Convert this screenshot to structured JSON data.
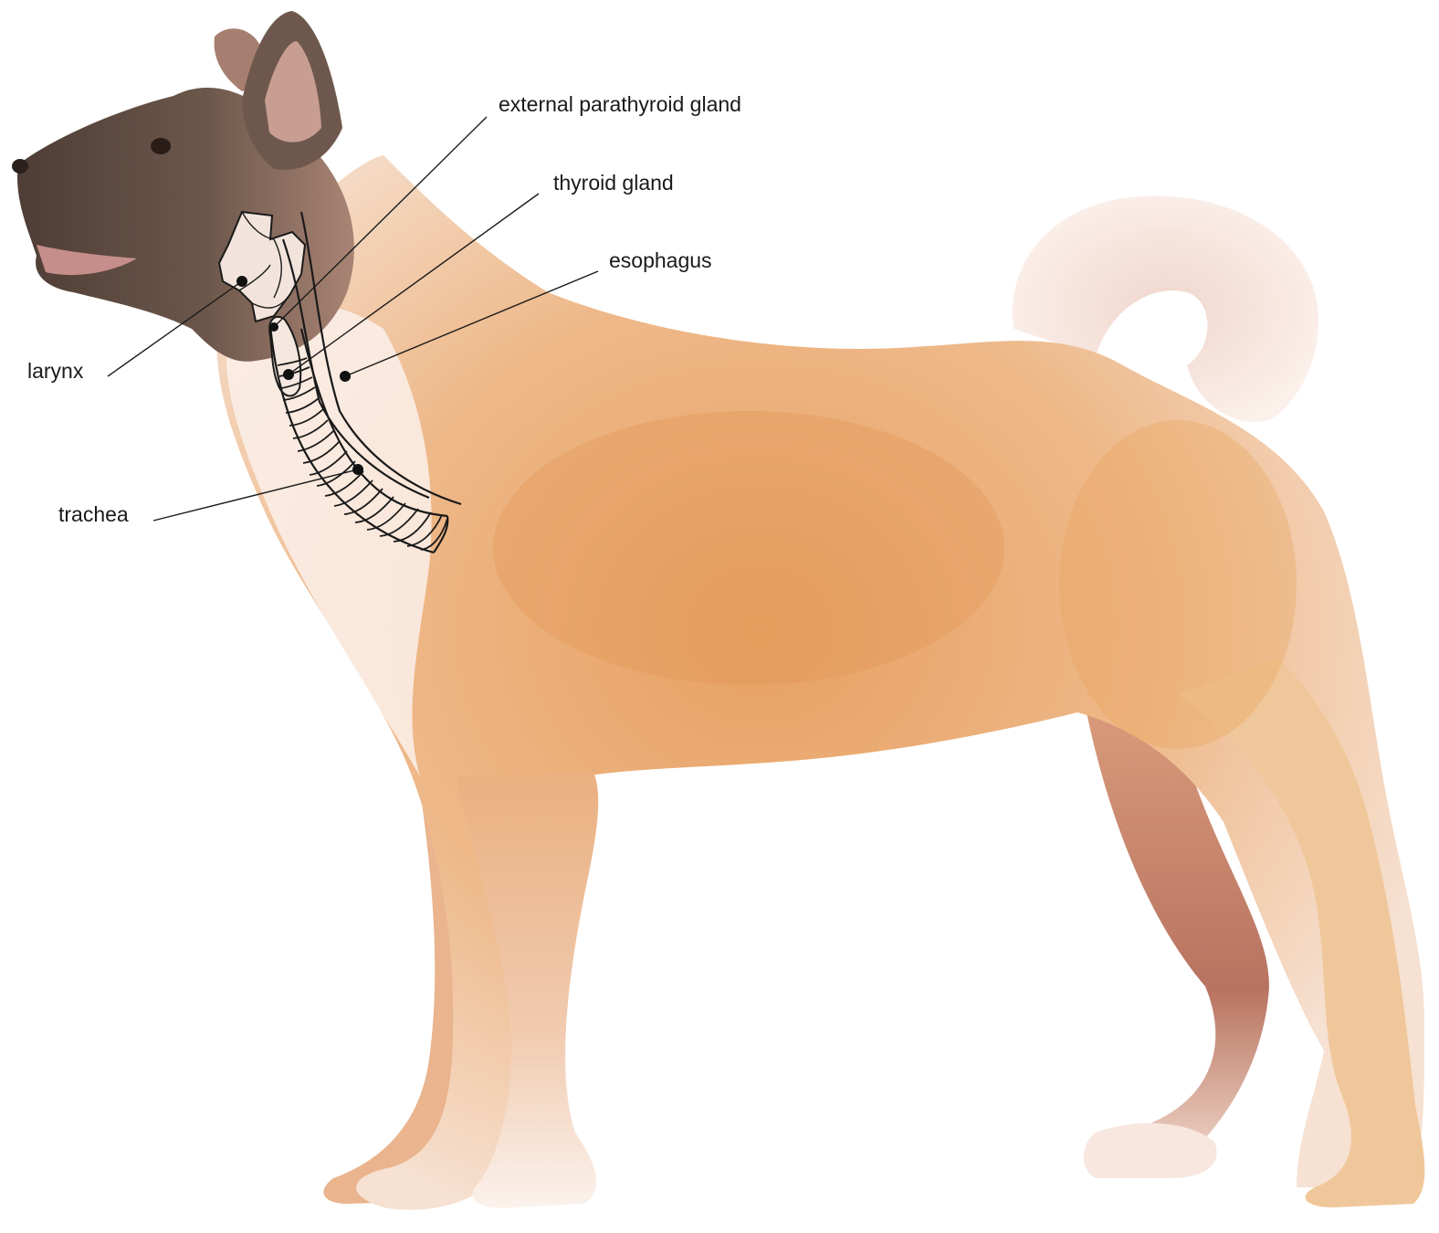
{
  "labels": {
    "external_parathyroid_gland": "external parathyroid gland",
    "thyroid_gland": "thyroid gland",
    "esophagus": "esophagus",
    "larynx": "larynx",
    "trachea": "trachea"
  },
  "colors": {
    "coat_light": "#f6e3d4",
    "coat_orange": "#eaa86a",
    "coat_deep": "#e39554",
    "head_dark": "#5e4a40",
    "leg_shadow": "#c98a70",
    "outline": "#1a1a1a"
  }
}
